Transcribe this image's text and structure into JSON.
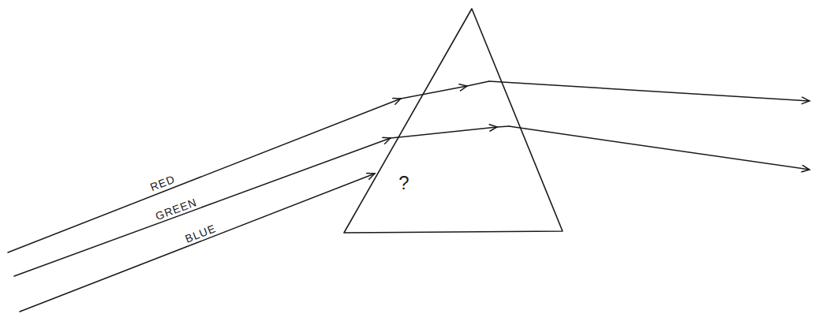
{
  "diagram": {
    "nodes": [
      {
        "text": [
          "?"
        ]
      }
    ],
    "labels": [
      "RED",
      "GREEN",
      "BLUE"
    ]
  }
}
